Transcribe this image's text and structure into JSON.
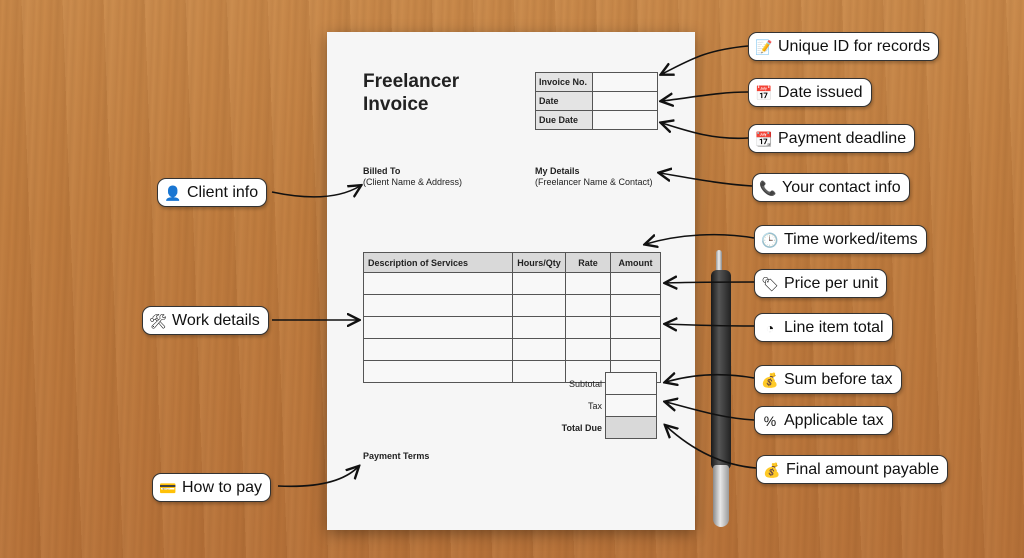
{
  "invoice": {
    "title": "Freelancer Invoice",
    "meta_rows": [
      {
        "label": "Invoice No."
      },
      {
        "label": "Date"
      },
      {
        "label": "Due Date"
      }
    ],
    "billed_to": {
      "heading": "Billed To",
      "sub": "(Client Name & Address)"
    },
    "my_details": {
      "heading": "My Details",
      "sub": "(Freelancer Name & Contact)"
    },
    "columns": [
      "Description of Services",
      "Hours/Qty",
      "Rate",
      "Amount"
    ],
    "row_count": 5,
    "totals": {
      "subtotal": "Subtotal",
      "tax": "Tax",
      "total_due": "Total Due"
    },
    "payment_terms": "Payment Terms"
  },
  "callouts": {
    "unique_id": {
      "text": "Unique ID for records",
      "icon": "document-pencil-icon"
    },
    "date_issued": {
      "text": "Date issued",
      "icon": "calendar-icon"
    },
    "payment_deadline": {
      "text": "Payment deadline",
      "icon": "calendar-clock-icon"
    },
    "contact_info": {
      "text": "Your contact info",
      "icon": "phone-icon"
    },
    "time_worked": {
      "text": "Time worked/items",
      "icon": "clock-icon"
    },
    "price_per_unit": {
      "text": "Price per unit",
      "icon": "price-tag-icon"
    },
    "line_item_total": {
      "text": "Line item total",
      "icon": "pie-chart-icon"
    },
    "sum_before_tax": {
      "text": "Sum before tax",
      "icon": "money-bag-icon"
    },
    "applicable_tax": {
      "text": "Applicable tax",
      "icon": "percent-icon"
    },
    "final_amount": {
      "text": "Final amount payable",
      "icon": "money-bag-icon"
    },
    "client_info": {
      "text": "Client info",
      "icon": "person-icon"
    },
    "work_details": {
      "text": "Work details",
      "icon": "tools-icon"
    },
    "how_to_pay": {
      "text": "How to pay",
      "icon": "credit-card-icon"
    }
  },
  "colors": {
    "wood": "#c07d3f",
    "paper": "#f6f6f6",
    "header_fill": "#d9d9d9",
    "callout_border": "#333333"
  }
}
